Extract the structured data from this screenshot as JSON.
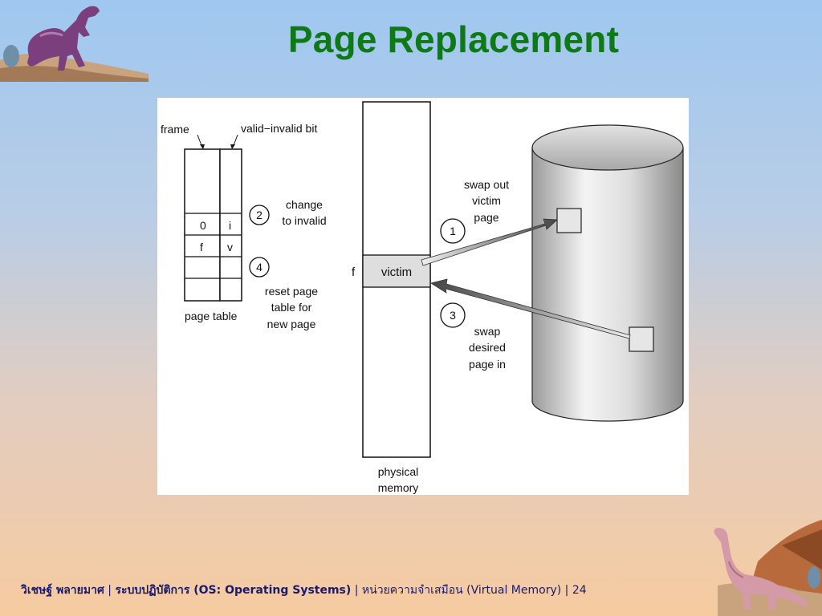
{
  "slide": {
    "title": "Page Replacement"
  },
  "diagram": {
    "page_table": {
      "frame_label": "frame",
      "valid_invalid_label": "valid−invalid bit",
      "rows": [
        {
          "frame": "",
          "bit": ""
        },
        {
          "frame": "",
          "bit": ""
        },
        {
          "frame": "0",
          "bit": "i"
        },
        {
          "frame": "f",
          "bit": "v"
        },
        {
          "frame": "",
          "bit": ""
        },
        {
          "frame": "",
          "bit": ""
        }
      ],
      "caption": "page table"
    },
    "steps": {
      "step1": {
        "number": "1",
        "text": [
          "swap out",
          "victim",
          "page"
        ]
      },
      "step2": {
        "number": "2",
        "text": [
          "change",
          "to invalid"
        ]
      },
      "step3": {
        "number": "3",
        "text": [
          "swap",
          "desired",
          "page in"
        ]
      },
      "step4": {
        "number": "4",
        "text": [
          "reset page",
          "table for",
          "new page"
        ]
      }
    },
    "physical_memory": {
      "frame_marker": "f",
      "victim_label": "victim",
      "caption": [
        "physical",
        "memory"
      ]
    }
  },
  "footer": {
    "author": "วิเชษฐ์ พลายมาศ",
    "sep1": " | ",
    "course": "ระบบปฏิบัติการ (OS: Operating Systems)",
    "sep2": " | ",
    "chapter": "หน่วยความจำเสมือน  (Virtual Memory)",
    "sep3": " | ",
    "page_number": "24"
  },
  "decorations": {
    "top_left": "dinosaur-illustration",
    "bottom_right": "dinosaur-illustration"
  }
}
